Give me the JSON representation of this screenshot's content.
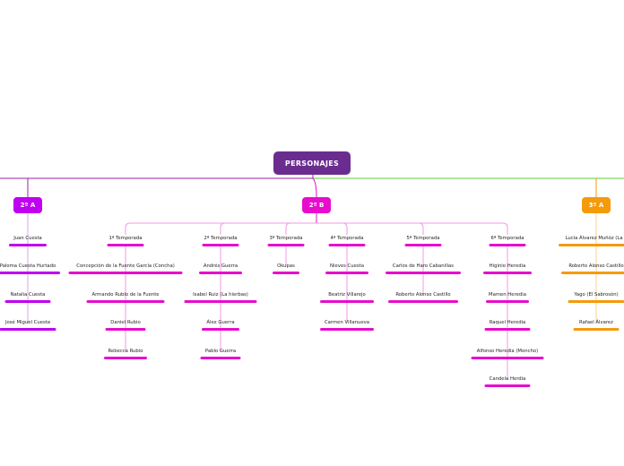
{
  "root": {
    "label": "PERSONAJES",
    "color": "#6a2c8e"
  },
  "groups": {
    "a2": {
      "label": "2º A",
      "color": "#c000f0",
      "items": [
        "Juan Cuesta",
        "Paloma Cuesta Hurtado",
        "Natalia Cuesta",
        "José Miguel Cuesta"
      ]
    },
    "b2": {
      "label": "2º B",
      "color": "#e80ccc",
      "branch_color": "#f49ae6",
      "seasons": [
        {
          "label": "1ª Temporada",
          "items": [
            "Concepción de la Fuente García (Concha)",
            "Armando Rubio de la Fuente",
            "Daniel Rubio",
            "Rebecca Rubio"
          ]
        },
        {
          "label": "2ª Temporada",
          "items": [
            "Andrés Guerra",
            "Isabel Ruiz (La hierbas)",
            "Álex Guerra",
            "Pablo Guerra"
          ]
        },
        {
          "label": "3ª Temporada",
          "items": [
            "Okupas"
          ]
        },
        {
          "label": "4ª Temporada",
          "items": [
            "Nieves Cuesta",
            "Beatriz Villarejo",
            "Carmen Villanueva"
          ]
        },
        {
          "label": "5ª Temporada",
          "items": [
            "Carlos de Haro Cabanillas",
            "Roberto Alonso Castillo"
          ]
        },
        {
          "label": "6ª Temporada",
          "items": [
            "Higinio Heredia",
            "Mamen Heredia",
            "Raquel Heredia",
            "Alfonso Heredia (Moncho)",
            "Candela Herdia"
          ]
        }
      ]
    },
    "a3": {
      "label": "3º A",
      "color": "#f59a0b",
      "items": [
        "Lucía Álvarez Muñóz (La P",
        "Roberto Alonso Castillo",
        "Yago (El Sabrosón)",
        "Rafael Álvarez"
      ]
    }
  },
  "connector_colors": {
    "left": "#9b1fa8",
    "right": "#5fcf3a"
  }
}
